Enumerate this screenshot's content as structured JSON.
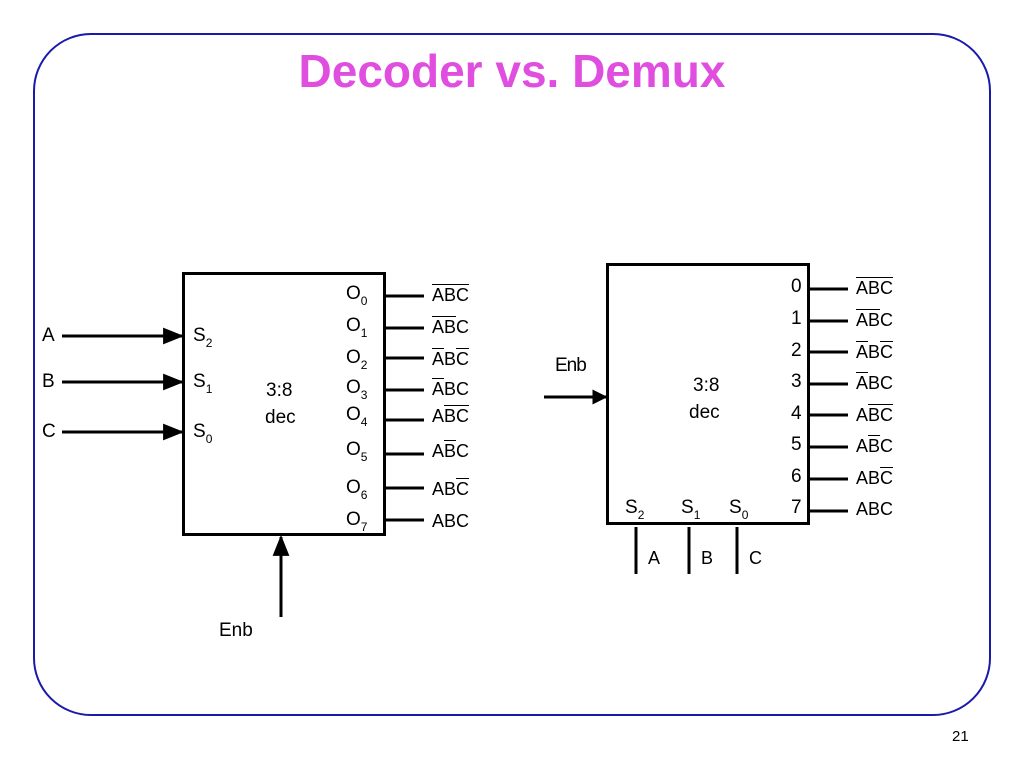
{
  "slide": {
    "title": "Decoder vs. Demux",
    "page_number": "21"
  },
  "decoder": {
    "inputs": [
      {
        "signal": "A",
        "pin": "S",
        "pin_sub": "2"
      },
      {
        "signal": "B",
        "pin": "S",
        "pin_sub": "1"
      },
      {
        "signal": "C",
        "pin": "S",
        "pin_sub": "0"
      }
    ],
    "center_line1": "3:8",
    "center_line2": "dec",
    "enable_label": "Enb",
    "outputs": [
      {
        "pin": "O",
        "pin_sub": "0",
        "terms": [
          {
            "t": "A",
            "bar": true
          },
          {
            "t": "B",
            "bar": true
          },
          {
            "t": "C",
            "bar": true
          }
        ]
      },
      {
        "pin": "O",
        "pin_sub": "1",
        "terms": [
          {
            "t": "A",
            "bar": true
          },
          {
            "t": "B",
            "bar": true
          },
          {
            "t": "C",
            "bar": false
          }
        ]
      },
      {
        "pin": "O",
        "pin_sub": "2",
        "terms": [
          {
            "t": "A",
            "bar": true
          },
          {
            "t": "B",
            "bar": false
          },
          {
            "t": "C",
            "bar": true
          }
        ]
      },
      {
        "pin": "O",
        "pin_sub": "3",
        "terms": [
          {
            "t": "A",
            "bar": true
          },
          {
            "t": "B",
            "bar": false
          },
          {
            "t": "C",
            "bar": false
          }
        ]
      },
      {
        "pin": "O",
        "pin_sub": "4",
        "terms": [
          {
            "t": "A",
            "bar": false
          },
          {
            "t": "B",
            "bar": true
          },
          {
            "t": "C",
            "bar": true
          }
        ]
      },
      {
        "pin": "O",
        "pin_sub": "5",
        "terms": [
          {
            "t": "A",
            "bar": false
          },
          {
            "t": "B",
            "bar": true
          },
          {
            "t": "C",
            "bar": false
          }
        ]
      },
      {
        "pin": "O",
        "pin_sub": "6",
        "terms": [
          {
            "t": "A",
            "bar": false
          },
          {
            "t": "B",
            "bar": false
          },
          {
            "t": "C",
            "bar": true
          }
        ]
      },
      {
        "pin": "O",
        "pin_sub": "7",
        "terms": [
          {
            "t": "A",
            "bar": false
          },
          {
            "t": "B",
            "bar": false
          },
          {
            "t": "C",
            "bar": false
          }
        ]
      }
    ]
  },
  "demux": {
    "enable_label": "Enb",
    "center_line1": "3:8",
    "center_line2": "dec",
    "selects": [
      {
        "pin": "S",
        "pin_sub": "2",
        "signal": "A"
      },
      {
        "pin": "S",
        "pin_sub": "1",
        "signal": "B"
      },
      {
        "pin": "S",
        "pin_sub": "0",
        "signal": "C"
      }
    ],
    "outputs": [
      {
        "pin": "0",
        "terms": [
          {
            "t": "A",
            "bar": true
          },
          {
            "t": "B",
            "bar": true
          },
          {
            "t": "C",
            "bar": true
          }
        ]
      },
      {
        "pin": "1",
        "terms": [
          {
            "t": "A",
            "bar": true
          },
          {
            "t": "B",
            "bar": true
          },
          {
            "t": "C",
            "bar": false
          }
        ]
      },
      {
        "pin": "2",
        "terms": [
          {
            "t": "A",
            "bar": true
          },
          {
            "t": "B",
            "bar": false
          },
          {
            "t": "C",
            "bar": true
          }
        ]
      },
      {
        "pin": "3",
        "terms": [
          {
            "t": "A",
            "bar": true
          },
          {
            "t": "B",
            "bar": false
          },
          {
            "t": "C",
            "bar": false
          }
        ]
      },
      {
        "pin": "4",
        "terms": [
          {
            "t": "A",
            "bar": false
          },
          {
            "t": "B",
            "bar": true
          },
          {
            "t": "C",
            "bar": true
          }
        ]
      },
      {
        "pin": "5",
        "terms": [
          {
            "t": "A",
            "bar": false
          },
          {
            "t": "B",
            "bar": true
          },
          {
            "t": "C",
            "bar": false
          }
        ]
      },
      {
        "pin": "6",
        "terms": [
          {
            "t": "A",
            "bar": false
          },
          {
            "t": "B",
            "bar": false
          },
          {
            "t": "C",
            "bar": true
          }
        ]
      },
      {
        "pin": "7",
        "terms": [
          {
            "t": "A",
            "bar": false
          },
          {
            "t": "B",
            "bar": false
          },
          {
            "t": "C",
            "bar": false
          }
        ]
      }
    ]
  }
}
